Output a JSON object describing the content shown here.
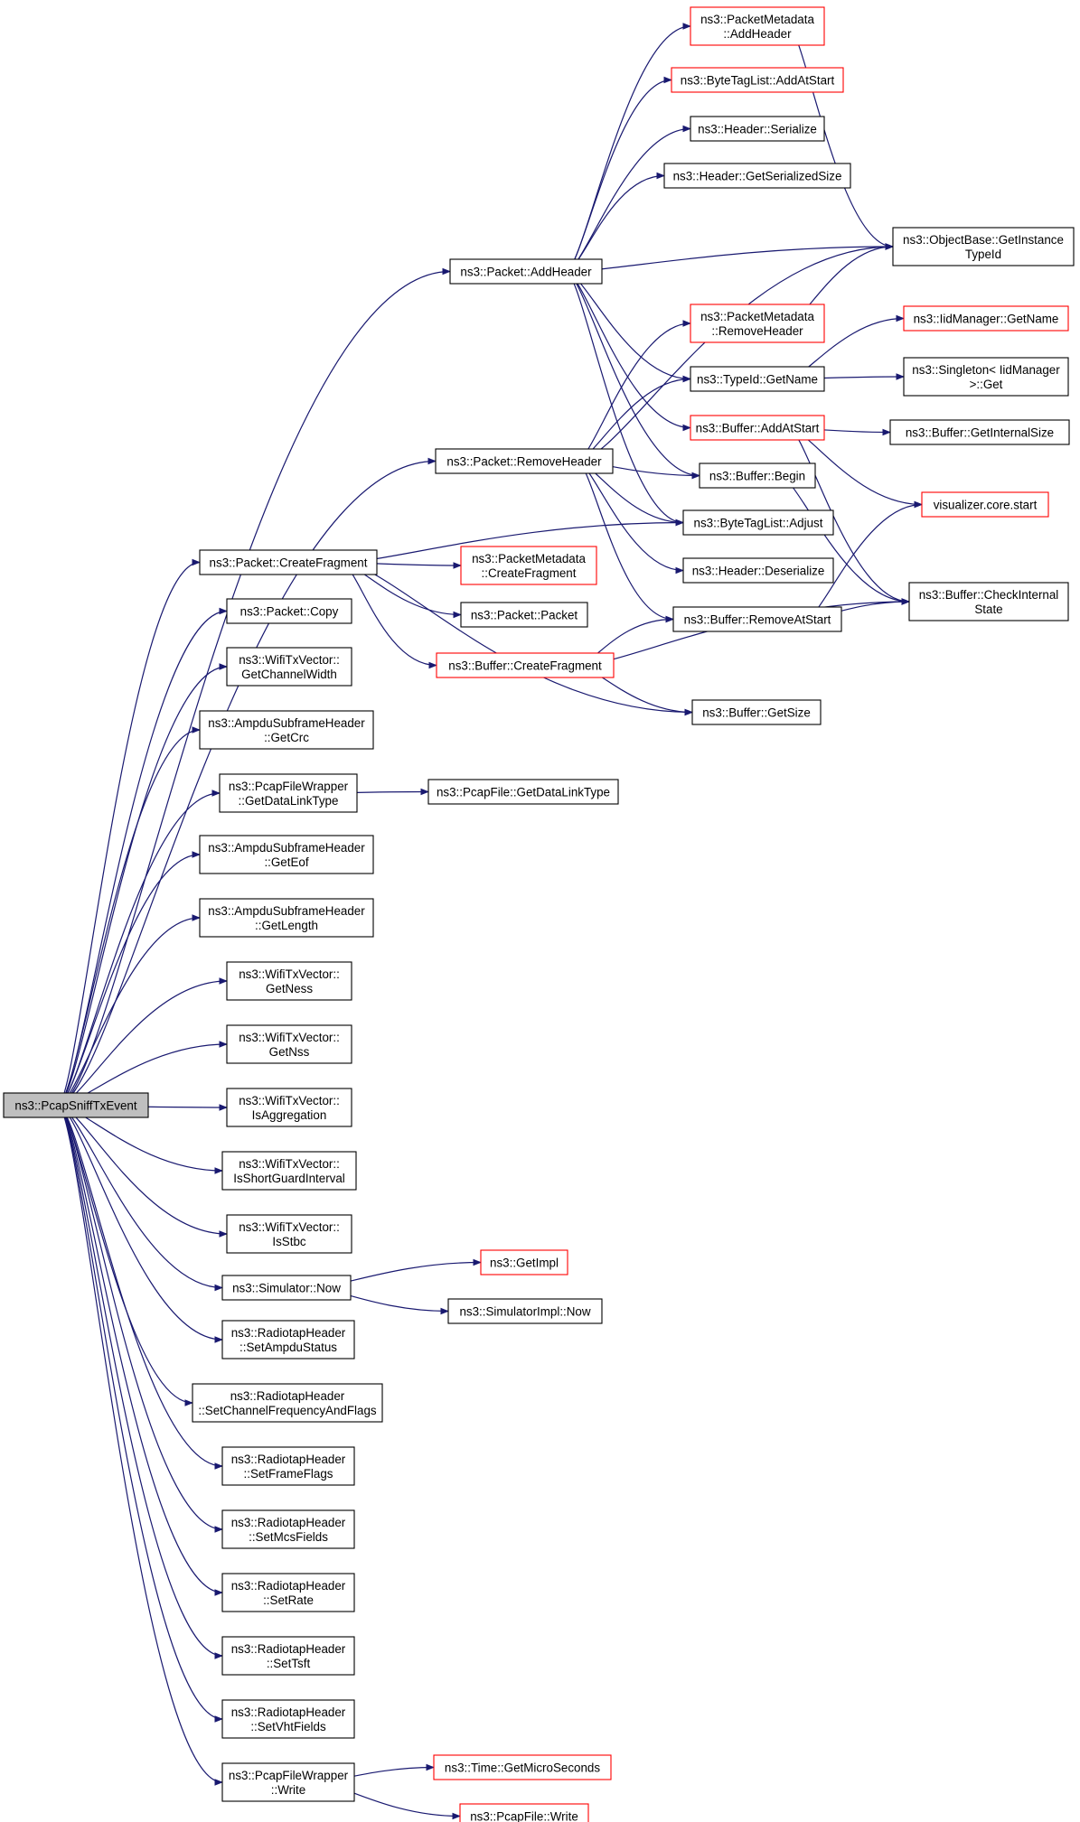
{
  "diagram": {
    "colors": {
      "edge": "#191970",
      "border": "#000000",
      "red_border": "#ff0000",
      "root_fill": "#bfbfbf",
      "background": "#ffffff"
    },
    "nodes": [
      {
        "id": "root",
        "lines": [
          "ns3::PcapSniffTxEvent"
        ],
        "root": true
      },
      {
        "id": "addheader",
        "lines": [
          "ns3::Packet::AddHeader"
        ]
      },
      {
        "id": "removeheader",
        "lines": [
          "ns3::Packet::RemoveHeader"
        ]
      },
      {
        "id": "createfragment",
        "lines": [
          "ns3::Packet::CreateFragment"
        ]
      },
      {
        "id": "copy",
        "lines": [
          "ns3::Packet::Copy"
        ]
      },
      {
        "id": "getchannelwidth",
        "lines": [
          "ns3::WifiTxVector::",
          "GetChannelWidth"
        ]
      },
      {
        "id": "getcrc",
        "lines": [
          "ns3::AmpduSubframeHeader",
          "::GetCrc"
        ]
      },
      {
        "id": "getdatalinktype",
        "lines": [
          "ns3::PcapFileWrapper",
          "::GetDataLinkType"
        ]
      },
      {
        "id": "geteof",
        "lines": [
          "ns3::AmpduSubframeHeader",
          "::GetEof"
        ]
      },
      {
        "id": "getlength",
        "lines": [
          "ns3::AmpduSubframeHeader",
          "::GetLength"
        ]
      },
      {
        "id": "getness",
        "lines": [
          "ns3::WifiTxVector::",
          "GetNess"
        ]
      },
      {
        "id": "getnss",
        "lines": [
          "ns3::WifiTxVector::",
          "GetNss"
        ]
      },
      {
        "id": "isaggregation",
        "lines": [
          "ns3::WifiTxVector::",
          "IsAggregation"
        ]
      },
      {
        "id": "isshortgi",
        "lines": [
          "ns3::WifiTxVector::",
          "IsShortGuardInterval"
        ]
      },
      {
        "id": "isstbc",
        "lines": [
          "ns3::WifiTxVector::",
          "IsStbc"
        ]
      },
      {
        "id": "simnow",
        "lines": [
          "ns3::Simulator::Now"
        ]
      },
      {
        "id": "setampdu",
        "lines": [
          "ns3::RadiotapHeader",
          "::SetAmpduStatus"
        ]
      },
      {
        "id": "setchannel",
        "lines": [
          "ns3::RadiotapHeader",
          "::SetChannelFrequencyAndFlags"
        ]
      },
      {
        "id": "setframeflags",
        "lines": [
          "ns3::RadiotapHeader",
          "::SetFrameFlags"
        ]
      },
      {
        "id": "setmcs",
        "lines": [
          "ns3::RadiotapHeader",
          "::SetMcsFields"
        ]
      },
      {
        "id": "setrate",
        "lines": [
          "ns3::RadiotapHeader",
          "::SetRate"
        ]
      },
      {
        "id": "settsft",
        "lines": [
          "ns3::RadiotapHeader",
          "::SetTsft"
        ]
      },
      {
        "id": "setvht",
        "lines": [
          "ns3::RadiotapHeader",
          "::SetVhtFields"
        ]
      },
      {
        "id": "write",
        "lines": [
          "ns3::PcapFileWrapper",
          "::Write"
        ]
      },
      {
        "id": "pm_addheader",
        "lines": [
          "ns3::PacketMetadata",
          "::AddHeader"
        ],
        "red": true
      },
      {
        "id": "btl_addatstart",
        "lines": [
          "ns3::ByteTagList::AddAtStart"
        ],
        "red": true
      },
      {
        "id": "hdr_serialize",
        "lines": [
          "ns3::Header::Serialize"
        ]
      },
      {
        "id": "hdr_getsize",
        "lines": [
          "ns3::Header::GetSerializedSize"
        ]
      },
      {
        "id": "pm_removeheader",
        "lines": [
          "ns3::PacketMetadata",
          "::RemoveHeader"
        ],
        "red": true
      },
      {
        "id": "typeid_getname",
        "lines": [
          "ns3::TypeId::GetName"
        ]
      },
      {
        "id": "buf_addatstart",
        "lines": [
          "ns3::Buffer::AddAtStart"
        ],
        "red": true
      },
      {
        "id": "buf_begin",
        "lines": [
          "ns3::Buffer::Begin"
        ]
      },
      {
        "id": "btl_adjust",
        "lines": [
          "ns3::ByteTagList::Adjust"
        ]
      },
      {
        "id": "hdr_deserialize",
        "lines": [
          "ns3::Header::Deserialize"
        ]
      },
      {
        "id": "pm_createfragment",
        "lines": [
          "ns3::PacketMetadata",
          "::CreateFragment"
        ],
        "red": true
      },
      {
        "id": "packet_packet",
        "lines": [
          "ns3::Packet::Packet"
        ]
      },
      {
        "id": "buf_removeatstart",
        "lines": [
          "ns3::Buffer::RemoveAtStart"
        ]
      },
      {
        "id": "buf_createfragment",
        "lines": [
          "ns3::Buffer::CreateFragment"
        ],
        "red": true
      },
      {
        "id": "buf_getsize",
        "lines": [
          "ns3::Buffer::GetSize"
        ]
      },
      {
        "id": "pcapfile_getdlt",
        "lines": [
          "ns3::PcapFile::GetDataLinkType"
        ]
      },
      {
        "id": "getimpl",
        "lines": [
          "ns3::GetImpl"
        ],
        "red": true
      },
      {
        "id": "simimpl_now",
        "lines": [
          "ns3::SimulatorImpl::Now"
        ]
      },
      {
        "id": "time_getmicro",
        "lines": [
          "ns3::Time::GetMicroSeconds"
        ],
        "red": true
      },
      {
        "id": "pcapfile_write",
        "lines": [
          "ns3::PcapFile::Write"
        ],
        "red": true
      },
      {
        "id": "objectbase_gettid",
        "lines": [
          "ns3::ObjectBase::GetInstance",
          "TypeId"
        ]
      },
      {
        "id": "iidmanager_getname",
        "lines": [
          "ns3::IidManager::GetName"
        ],
        "red": true
      },
      {
        "id": "singleton_get",
        "lines": [
          "ns3::Singleton< IidManager",
          ">::Get"
        ]
      },
      {
        "id": "buf_getinternalsize",
        "lines": [
          "ns3::Buffer::GetInternalSize"
        ]
      },
      {
        "id": "viz_start",
        "lines": [
          "visualizer.core.start"
        ],
        "red": true
      },
      {
        "id": "buf_checkinternal",
        "lines": [
          "ns3::Buffer::CheckInternal",
          "State"
        ]
      }
    ],
    "edges": [
      [
        "root",
        "addheader"
      ],
      [
        "root",
        "removeheader"
      ],
      [
        "root",
        "createfragment"
      ],
      [
        "root",
        "copy"
      ],
      [
        "root",
        "getchannelwidth"
      ],
      [
        "root",
        "getcrc"
      ],
      [
        "root",
        "getdatalinktype"
      ],
      [
        "root",
        "geteof"
      ],
      [
        "root",
        "getlength"
      ],
      [
        "root",
        "getness"
      ],
      [
        "root",
        "getnss"
      ],
      [
        "root",
        "isaggregation"
      ],
      [
        "root",
        "isshortgi"
      ],
      [
        "root",
        "isstbc"
      ],
      [
        "root",
        "simnow"
      ],
      [
        "root",
        "setampdu"
      ],
      [
        "root",
        "setchannel"
      ],
      [
        "root",
        "setframeflags"
      ],
      [
        "root",
        "setmcs"
      ],
      [
        "root",
        "setrate"
      ],
      [
        "root",
        "settsft"
      ],
      [
        "root",
        "setvht"
      ],
      [
        "root",
        "write"
      ],
      [
        "addheader",
        "pm_addheader"
      ],
      [
        "addheader",
        "btl_addatstart"
      ],
      [
        "addheader",
        "hdr_serialize"
      ],
      [
        "addheader",
        "hdr_getsize"
      ],
      [
        "addheader",
        "objectbase_gettid"
      ],
      [
        "addheader",
        "typeid_getname"
      ],
      [
        "addheader",
        "buf_addatstart"
      ],
      [
        "addheader",
        "buf_begin"
      ],
      [
        "addheader",
        "btl_adjust"
      ],
      [
        "removeheader",
        "pm_removeheader"
      ],
      [
        "removeheader",
        "objectbase_gettid"
      ],
      [
        "removeheader",
        "typeid_getname"
      ],
      [
        "removeheader",
        "buf_begin"
      ],
      [
        "removeheader",
        "btl_adjust"
      ],
      [
        "removeheader",
        "hdr_deserialize"
      ],
      [
        "removeheader",
        "buf_removeatstart"
      ],
      [
        "createfragment",
        "btl_adjust"
      ],
      [
        "createfragment",
        "pm_createfragment"
      ],
      [
        "createfragment",
        "packet_packet"
      ],
      [
        "createfragment",
        "buf_createfragment"
      ],
      [
        "createfragment",
        "buf_getsize"
      ],
      [
        "getdatalinktype",
        "pcapfile_getdlt"
      ],
      [
        "simnow",
        "getimpl"
      ],
      [
        "simnow",
        "simimpl_now"
      ],
      [
        "write",
        "time_getmicro"
      ],
      [
        "write",
        "pcapfile_write"
      ],
      [
        "pm_addheader",
        "objectbase_gettid"
      ],
      [
        "pm_removeheader",
        "objectbase_gettid"
      ],
      [
        "typeid_getname",
        "iidmanager_getname"
      ],
      [
        "typeid_getname",
        "singleton_get"
      ],
      [
        "buf_addatstart",
        "buf_getinternalsize"
      ],
      [
        "buf_addatstart",
        "viz_start"
      ],
      [
        "buf_addatstart",
        "buf_checkinternal"
      ],
      [
        "buf_begin",
        "buf_checkinternal"
      ],
      [
        "buf_removeatstart",
        "viz_start"
      ],
      [
        "buf_removeatstart",
        "buf_checkinternal"
      ],
      [
        "buf_createfragment",
        "buf_removeatstart"
      ],
      [
        "buf_createfragment",
        "buf_checkinternal"
      ],
      [
        "buf_createfragment",
        "buf_getsize"
      ]
    ]
  }
}
